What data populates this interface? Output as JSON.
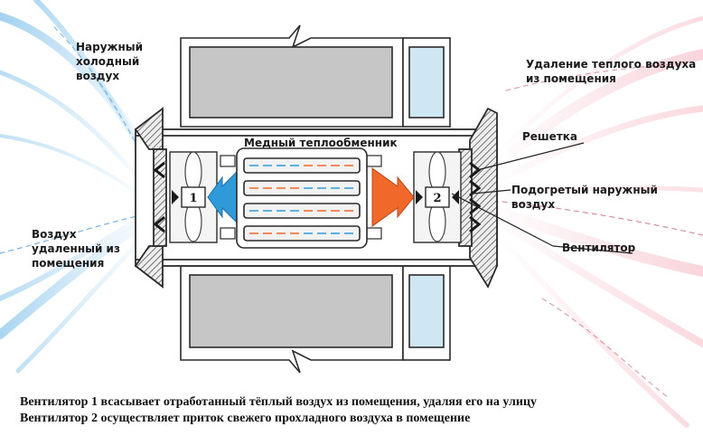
{
  "labels": {
    "outside_cold_air": "Наружный\nхолодный\nвоздух",
    "exhaust_warm_air": "Удаление теплого воздуха\nиз помещения",
    "grille": "Решетка",
    "copper_heat_exchanger": "Медный теплообменник",
    "heated_outside_air": "Подогретый наружный воздух",
    "room_exhaust_air": "Воздух\nудаленный из\nпомещения",
    "fan": "Вентилятор",
    "fan1_number": "1",
    "fan2_number": "2"
  },
  "caption": {
    "line1": "Вентилятор 1 всасывает отработанный тёплый воздух из помещения, удаляя его на улицу",
    "line2": "Вентилятор 2 осуществляет приток свежего прохладного воздуха в помещение"
  },
  "colors": {
    "cold_air": "#2f9ad9",
    "warm_air": "#f0682a",
    "wall_fill": "#c6c6c6",
    "window_fill": "#cfe6f3",
    "outline": "#2b2b2b"
  }
}
